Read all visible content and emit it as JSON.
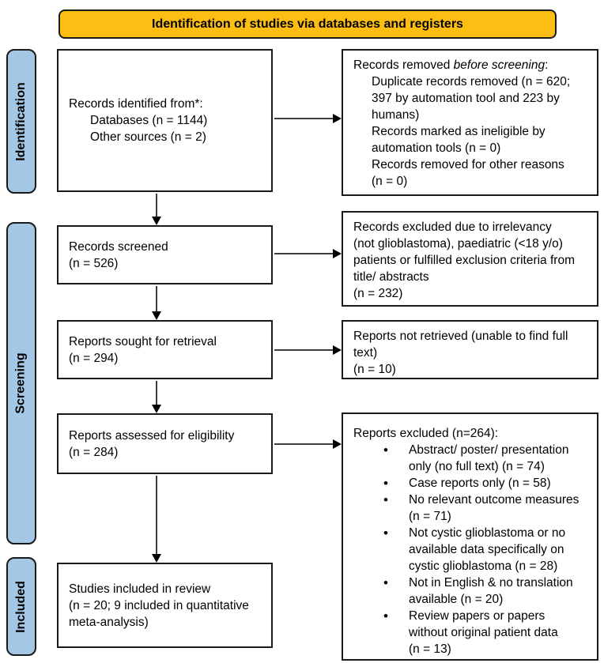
{
  "colors": {
    "banner_bg": "#FDBE14",
    "stage_bg": "#A4C7E6",
    "box_border": "#1A1A1A",
    "arrow": "#3D3D3D"
  },
  "banner": {
    "title": "Identification of studies via databases and registers"
  },
  "stages": {
    "identification": "Identification",
    "screening": "Screening",
    "included": "Included"
  },
  "left": {
    "identified": {
      "title": "Records identified from*:",
      "items": [
        "Databases (n = 1144)",
        "Other sources (n = 2)"
      ]
    },
    "screened": {
      "lines": [
        "Records screened",
        "(n = 526)"
      ]
    },
    "sought": {
      "lines": [
        "Reports sought for retrieval",
        "(n = 294)"
      ]
    },
    "assessed": {
      "lines": [
        "Reports assessed for eligibility",
        "(n = 284)"
      ]
    },
    "included": {
      "lines": [
        "Studies included in review",
        "(n = 20; 9 included in quantitative",
        "meta-analysis)"
      ]
    }
  },
  "right": {
    "removed": {
      "title_prefix": "Records removed ",
      "title_italic": "before screening",
      "title_suffix": ":",
      "lines": [
        "Duplicate records removed (n = 620;",
        "397 by automation tool and 223 by",
        "humans)",
        "Records marked as ineligible by",
        "automation tools (n = 0)",
        "Records removed for other reasons",
        "(n = 0)"
      ]
    },
    "excluded_records": {
      "lines": [
        "Records excluded due to irrelevancy",
        "(not glioblastoma), paediatric (<18 y/o)",
        "patients or fulfilled exclusion criteria from",
        "title/ abstracts",
        "(n = 232)"
      ]
    },
    "not_retrieved": {
      "lines": [
        "Reports not retrieved (unable to find full",
        "text)",
        "(n = 10)"
      ]
    },
    "excluded_reports": {
      "title": "Reports excluded (n=264):",
      "bullets": [
        {
          "lines": [
            "Abstract/ poster/ presentation",
            "only (no full text) (n = 74)"
          ]
        },
        {
          "lines": [
            "Case reports only (n = 58)"
          ]
        },
        {
          "lines": [
            "No relevant outcome measures",
            "(n = 71)"
          ]
        },
        {
          "lines": [
            "Not cystic glioblastoma or no",
            "available data specifically on",
            "cystic glioblastoma (n = 28)"
          ]
        },
        {
          "lines": [
            "Not in English & no translation",
            "available (n = 20)"
          ]
        },
        {
          "lines": [
            "Review papers or papers",
            "without original patient data",
            "(n = 13)"
          ]
        }
      ]
    }
  }
}
